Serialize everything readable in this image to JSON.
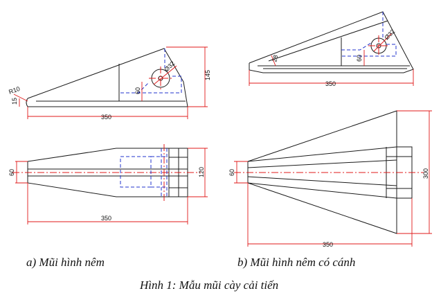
{
  "dimensions": {
    "view_a_side": {
      "radius": "R10",
      "height_tip": "15",
      "length": "350",
      "hole_dia": "Ø32",
      "hole_height": "60",
      "height": "145"
    },
    "view_a_top": {
      "width_tip": "60",
      "width_end": "120",
      "length": "350"
    },
    "view_b_side": {
      "hole_dia": "Ø32",
      "hole_height": "60",
      "tip_height": "28",
      "length": "350"
    },
    "view_b_top": {
      "width_tip": "60",
      "width_end": "300",
      "length": "350"
    }
  },
  "captions": {
    "a": "a) Mũi hình nêm",
    "b": "b) Mũi hình nêm có cánh",
    "figure": "Hình 1: Mẫu mũi cày cải tiến"
  }
}
